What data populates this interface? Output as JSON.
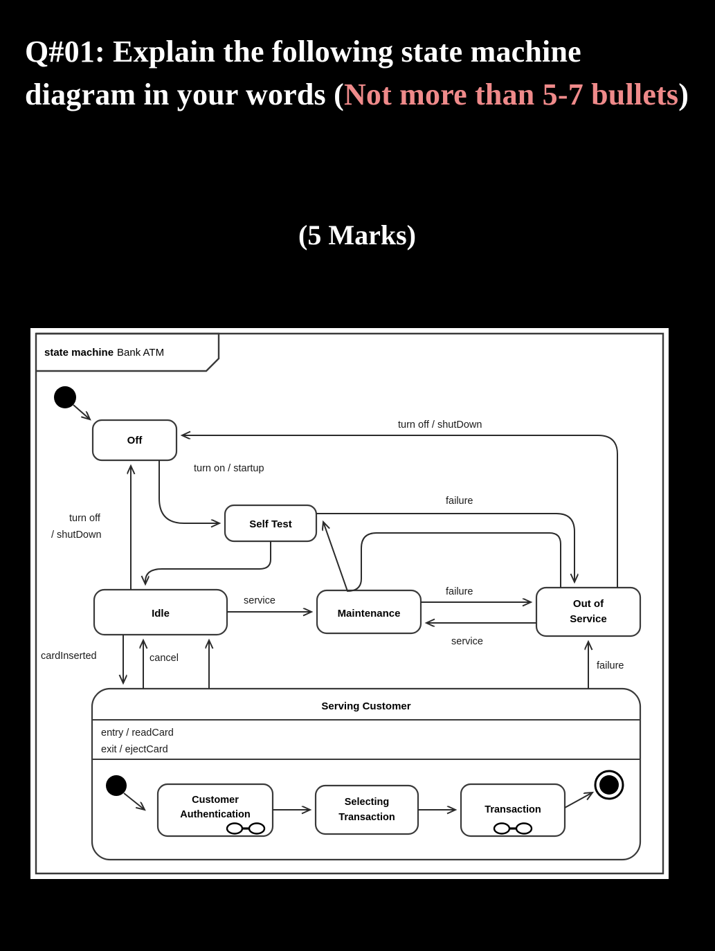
{
  "question": {
    "prefix": "Q#01: Explain the following state machine diagram in your words (",
    "accent": "Not more than 5-7 bullets",
    "suffix": ")",
    "marks": "(5 Marks)",
    "accent_color": "#ef8a8a"
  },
  "diagram": {
    "frame": {
      "kind": "state machine",
      "name": "Bank ATM"
    },
    "states": {
      "off": "Off",
      "self_test": "Self Test",
      "idle": "Idle",
      "maintenance": "Maintenance",
      "out_of_service": "Out of\nService",
      "out_of_service_l1": "Out of",
      "out_of_service_l2": "Service",
      "serving_customer": "Serving Customer",
      "entry_action": "entry / readCard",
      "exit_action": "exit / ejectCard",
      "customer_auth_l1": "Customer",
      "customer_auth_l2": "Authentication",
      "selecting_l1": "Selecting",
      "selecting_l2": "Transaction",
      "transaction": "Transaction"
    },
    "transitions": {
      "turn_on_startup": "turn on / startup",
      "turn_off_shutdown_left_l1": "turn off",
      "turn_off_shutdown_left_l2": "/ shutDown",
      "turn_off_shutdown_top": "turn off / shutDown",
      "failure_selftest": "failure",
      "failure_maintenance": "failure",
      "failure_serving": "failure",
      "service_idle": "service",
      "service_back": "service",
      "card_inserted": "cardInserted",
      "cancel": "cancel"
    },
    "chart_data": {
      "type": "diagram",
      "notation": "UML state machine diagram",
      "title": "Bank ATM",
      "nodes": [
        {
          "id": "initial",
          "type": "initial-pseudostate",
          "label": ""
        },
        {
          "id": "off",
          "type": "state",
          "label": "Off"
        },
        {
          "id": "self_test",
          "type": "state",
          "label": "Self Test"
        },
        {
          "id": "idle",
          "type": "state",
          "label": "Idle"
        },
        {
          "id": "maintenance",
          "type": "state",
          "label": "Maintenance"
        },
        {
          "id": "out_of_service",
          "type": "state",
          "label": "Out of Service"
        },
        {
          "id": "serving_customer",
          "type": "composite-state",
          "label": "Serving Customer",
          "entry": "entry / readCard",
          "exit": "exit / ejectCard"
        },
        {
          "id": "customer_auth",
          "type": "submachine-state",
          "label": "Customer Authentication"
        },
        {
          "id": "selecting_transaction",
          "type": "state",
          "label": "Selecting Transaction"
        },
        {
          "id": "transaction",
          "type": "submachine-state",
          "label": "Transaction"
        },
        {
          "id": "inner_initial",
          "type": "initial-pseudostate",
          "label": ""
        },
        {
          "id": "inner_final",
          "type": "final-state",
          "label": ""
        }
      ],
      "edges": [
        {
          "from": "initial",
          "to": "off",
          "label": ""
        },
        {
          "from": "off",
          "to": "self_test",
          "label": "turn on / startup"
        },
        {
          "from": "self_test",
          "to": "idle",
          "label": ""
        },
        {
          "from": "idle",
          "to": "off",
          "label": "turn off / shutDown"
        },
        {
          "from": "idle",
          "to": "maintenance",
          "label": "service"
        },
        {
          "from": "maintenance",
          "to": "out_of_service",
          "label": "failure"
        },
        {
          "from": "out_of_service",
          "to": "maintenance",
          "label": "service"
        },
        {
          "from": "self_test",
          "to": "out_of_service",
          "label": "failure"
        },
        {
          "from": "out_of_service",
          "to": "self_test",
          "label": ""
        },
        {
          "from": "out_of_service",
          "to": "off",
          "label": "turn off / shutDown"
        },
        {
          "from": "idle",
          "to": "serving_customer",
          "label": "cardInserted"
        },
        {
          "from": "serving_customer",
          "to": "idle",
          "label": "cancel"
        },
        {
          "from": "serving_customer",
          "to": "idle",
          "label": ""
        },
        {
          "from": "serving_customer",
          "to": "out_of_service",
          "label": "failure"
        },
        {
          "from": "inner_initial",
          "to": "customer_auth",
          "label": ""
        },
        {
          "from": "customer_auth",
          "to": "selecting_transaction",
          "label": ""
        },
        {
          "from": "selecting_transaction",
          "to": "transaction",
          "label": ""
        },
        {
          "from": "transaction",
          "to": "inner_final",
          "label": ""
        }
      ]
    }
  }
}
